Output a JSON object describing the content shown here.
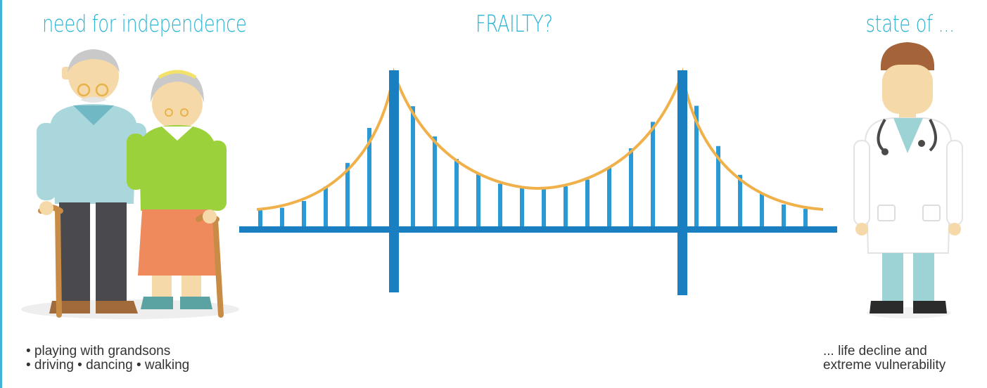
{
  "headings": {
    "left": "need for independence",
    "center": "FRAILTY?",
    "right": "state of ..."
  },
  "captions": {
    "left": [
      "• playing with grandsons",
      "• driving • dancing • walking"
    ],
    "right": [
      "... life decline and",
      "extreme vulnerability"
    ]
  },
  "colors": {
    "accent": "#2ab5d4",
    "bridge_blue": "#1a7fc1",
    "cable_orange": "#f0b04a",
    "border": "#3fb4d6"
  },
  "icons": {
    "elderly_couple": "elderly-couple-illustration",
    "bridge": "suspension-bridge-illustration",
    "doctor": "doctor-illustration"
  }
}
